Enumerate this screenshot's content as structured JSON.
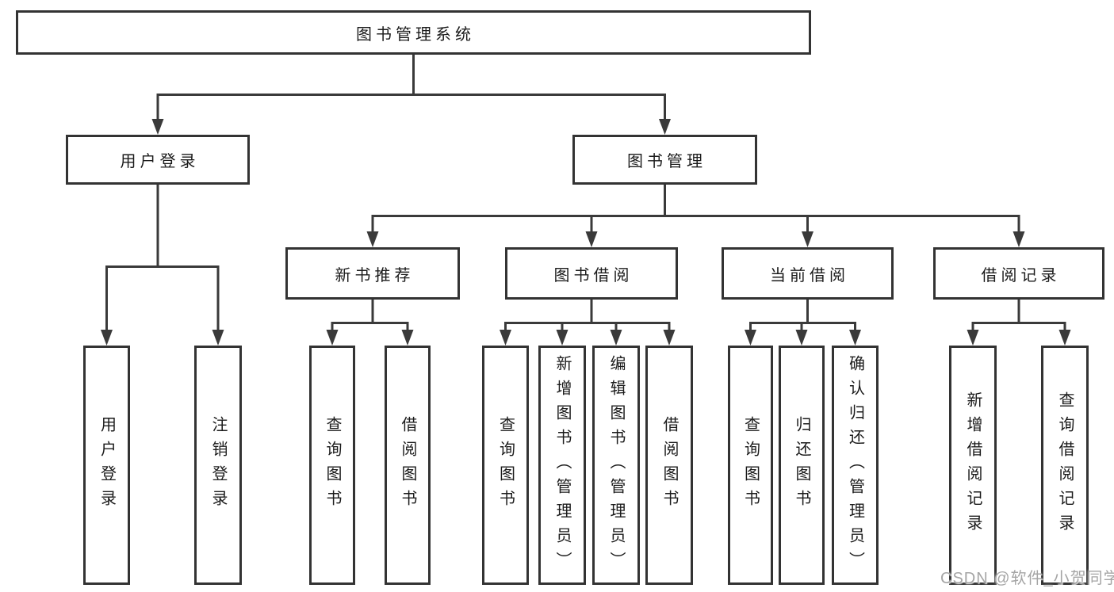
{
  "diagram": {
    "root": {
      "label": "图书管理系统"
    },
    "level1": {
      "user_login": {
        "label": "用户登录"
      },
      "book_mgmt": {
        "label": "图书管理"
      }
    },
    "level2": {
      "new_book_rec": {
        "label": "新书推荐"
      },
      "book_borrow": {
        "label": "图书借阅"
      },
      "current_borrow": {
        "label": "当前借阅"
      },
      "borrow_record": {
        "label": "借阅记录"
      }
    },
    "leaves": {
      "user_login_leaf": {
        "label": "用户登录"
      },
      "logout_leaf": {
        "label": "注销登录"
      },
      "query_book_1": {
        "label": "查询图书"
      },
      "borrow_book_1": {
        "label": "借阅图书"
      },
      "query_book_2": {
        "label": "查询图书"
      },
      "add_book": {
        "label": "新增图书（管理员）"
      },
      "edit_book": {
        "label": "编辑图书（管理员）"
      },
      "borrow_book_2": {
        "label": "借阅图书"
      },
      "query_book_3": {
        "label": "查询图书"
      },
      "return_book": {
        "label": "归还图书"
      },
      "confirm_return": {
        "label": "确认归还（管理员）"
      },
      "add_borrow_record": {
        "label": "新增借阅记录"
      },
      "query_borrow_record": {
        "label": "查询借阅记录"
      }
    },
    "watermark": "CSDN @软件_小贺同学",
    "colors": {
      "line": "#3a3a3a",
      "box_border": "#333333",
      "box_fill": "#ffffff",
      "text": "#1b1b1b",
      "watermark": "#a5a5a5"
    }
  }
}
